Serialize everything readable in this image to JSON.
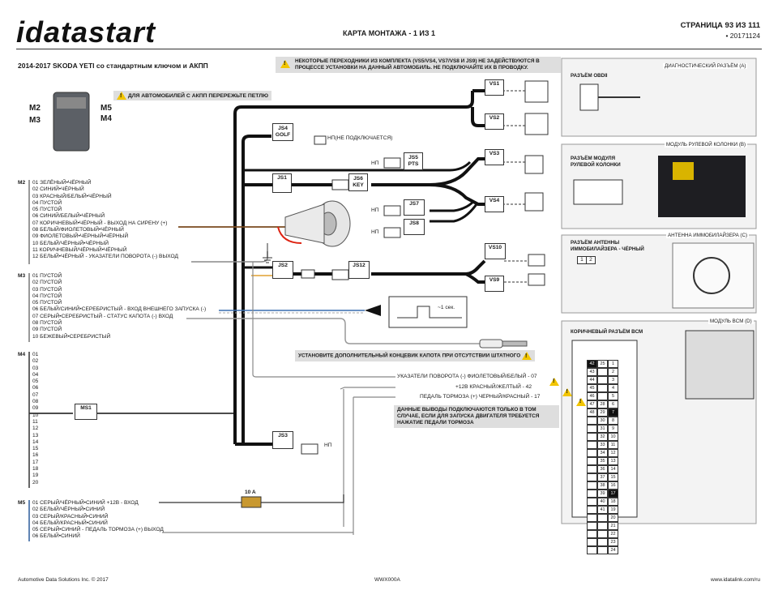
{
  "header": {
    "logo_text": "idatastart",
    "logo_sub": "",
    "center_title": "КАРТА МОНТАЖА - 1 ИЗ 1",
    "page": "СТРАНИЦА 93 ИЗ 111",
    "revision": "• 20171124"
  },
  "subtitle": "2014-2017 SKODA YETI со стандартным ключом и АКПП",
  "module_labels": {
    "m2": "M2",
    "m3": "M3",
    "m5": "M5",
    "m4": "M4"
  },
  "notes": {
    "akpp_loop": "ДЛЯ АВТОМОБИЛЕЙ С АКПП ПЕРЕРЕЖЬТЕ ПЕТЛЮ",
    "adapters": "НЕКОТОРЫЕ ПЕРЕХОДНИКИ ИЗ КОМПЛЕКТА (VS5/VS4, VS7/VS8 И JS9) НЕ ЗАДЕЙСТВУЮТСЯ В ПРОЦЕССЕ УСТАНОВКИ НА ДАННЫЙ АВТОМОБИЛЬ. НЕ ПОДКЛЮЧАЙТЕ ИХ В ПРОВОДКУ.",
    "hood_switch": "УСТАНОВИТЕ ДОПОЛНИТЕЛЬНЫЙ КОНЦЕВИК КАПОТА ПРИ ОТСУТСТВИИ ШТАТНОГО",
    "outputs": "ДАННЫЕ ВЫВОДЫ ПОДКЛЮЧАЮТСЯ ТОЛЬКО В ТОМ СЛУЧАЕ, ЕСЛИ ДЛЯ ЗАПУСКА ДВИГАТЕЛЯ ТРЕБУЕТСЯ НАЖАТИЕ ПЕДАЛИ ТОРМОЗА",
    "pulse": "~1 сек."
  },
  "m2_pins": [
    "01 ЗЕЛЁНЫЙ•ЧЁРНЫЙ",
    "02 СИНИЙ•ЧЁРНЫЙ",
    "03 КРАСНЫЙ/БЕЛЫЙ•ЧЁРНЫЙ",
    "04 ПУСТОЙ",
    "05 ПУСТОЙ",
    "06 СИНИЙ/БЕЛЫЙ•ЧЁРНЫЙ",
    "07 КОРИЧНЕВЫЙ•ЧЁРНЫЙ - ВЫХОД НА СИРЕНУ (+)",
    "08 БЕЛЫЙ/ФИОЛЕТОВЫЙ•ЧЁРНЫЙ",
    "09 ФИОЛЕТОВЫЙ•ЧЁРНЫЙ•ЧЁРНЫЙ",
    "10 БЕЛЫЙ/ЧЁРНЫЙ•ЧЁРНЫЙ",
    "11 КОРИЧНЕВЫЙ/ЧЁРНЫЙ•ЧЁРНЫЙ",
    "12 БЕЛЫЙ•ЧЁРНЫЙ - УКАЗАТЕЛИ ПОВОРОТА (-) ВЫХОД"
  ],
  "m3_pins": [
    "01 ПУСТОЙ",
    "02 ПУСТОЙ",
    "03 ПУСТОЙ",
    "04 ПУСТОЙ",
    "05 ПУСТОЙ",
    "06 БЕЛЫЙ/СИНИЙ•СЕРЕБРИСТЫЙ - ВХОД ВНЕШНЕГО ЗАПУСКА (-)",
    "07 СЕРЫЙ•СЕРЕБРИСТЫЙ - СТАТУС КАПОТА (-) ВХОД",
    "08 ПУСТОЙ",
    "09 ПУСТОЙ",
    "10 БЕЖЕВЫЙ•СЕРЕБРИСТЫЙ"
  ],
  "m4_pins": [
    "01",
    "02",
    "03",
    "04",
    "05",
    "06",
    "07",
    "08",
    "09",
    "10",
    "11",
    "12",
    "13",
    "14",
    "15",
    "16",
    "17",
    "18",
    "19",
    "20"
  ],
  "m5_pins": [
    "01 СЕРЫЙ/ЧЁРНЫЙ•СИНИЙ +12В - ВХОД",
    "02 БЕЛЫЙ/ЧЁРНЫЙ•СИНИЙ",
    "03 СЕРЫЙ/КРАСНЫЙ•СИНИЙ",
    "04 БЕЛЫЙ/КРАСНЫЙ•СИНИЙ",
    "05 СЕРЫЙ•СИНИЙ - ПЕДАЛЬ ТОРМОЗА (+) ВЫХОД",
    "06 БЕЛЫЙ•СИНИЙ"
  ],
  "connectors": {
    "js4": "JS4\nGOLF",
    "js1": "JS1",
    "js6": "JS6\nKEY",
    "js5": "JS5\nPTS",
    "js7": "JS7",
    "js8": "JS8",
    "js2": "JS2",
    "js12": "JS12",
    "js3": "JS3",
    "ms1": "MS1",
    "vs1": "VS1",
    "vs2": "VS2",
    "vs3": "VS3",
    "vs4": "VS4",
    "vs10": "VS10",
    "vs9": "VS9"
  },
  "np_labels": {
    "js4": "НП(НЕ ПОДКЛЮЧАЕТСЯ)",
    "js5": "НП",
    "js7": "НП",
    "js8": "НП",
    "js3": "НП"
  },
  "fuse": "10 A",
  "outputs_lines": [
    "УКАЗАТЕЛИ ПОВОРОТА (-) ФИОЛЕТОВЫЙ/БЕЛЫЙ - 07",
    "+12В КРАСНЫЙ/ЖЕЛТЫЙ - 42",
    "ПЕДАЛЬ ТОРМОЗА (+) ЧЕРНЫЙ/КРАСНЫЙ - 17"
  ],
  "panels": {
    "diag": {
      "label": "ДИАГНОСТИЧЕСКИЙ РАЗЪЁМ (A)",
      "title": "РАЗЪЁМ OBDII"
    },
    "steering": {
      "label": "МОДУЛЬ РУЛЕВОЙ КОЛОНКИ (B)",
      "title": "РАЗЪЁМ МОДУЛЯ\nРУЛЕВОЙ КОЛОНКИ"
    },
    "antenna": {
      "label": "АНТЕННА ИММОБИЛАЙЗЕРА (C)",
      "title": "РАЗЪЁМ АНТЕННЫ\nИММОБИЛАЙЗЕРА - ЧЁРНЫЙ",
      "pins": [
        "1",
        "2"
      ]
    },
    "bcm": {
      "label": "МОДУЛЬ BCM (D)",
      "title": "КОРИЧНЕВЫЙ РАЗЪЁМ BCM"
    }
  },
  "bcm_rows": [
    [
      "42",
      "25",
      "1"
    ],
    [
      "43",
      "",
      "2"
    ],
    [
      "44",
      "",
      "3"
    ],
    [
      "45",
      "",
      "4"
    ],
    [
      "46",
      "",
      "5"
    ],
    [
      "47",
      "28",
      "6"
    ],
    [
      "48",
      "29",
      "7"
    ],
    [
      "",
      "30",
      "8"
    ],
    [
      "",
      "31",
      "9"
    ],
    [
      "",
      "32",
      "10"
    ],
    [
      "",
      "33",
      "11"
    ],
    [
      "",
      "34",
      "12"
    ],
    [
      "",
      "35",
      "13"
    ],
    [
      "",
      "36",
      "14"
    ],
    [
      "",
      "37",
      "15"
    ],
    [
      "",
      "38",
      "16"
    ],
    [
      "",
      "39",
      "17"
    ],
    [
      "",
      "40",
      "18"
    ],
    [
      "",
      "41",
      "19"
    ],
    [
      "",
      "",
      "20"
    ],
    [
      "",
      "",
      "21"
    ],
    [
      "",
      "",
      "22"
    ],
    [
      "",
      "",
      "23"
    ],
    [
      "",
      "",
      "24"
    ]
  ],
  "footer": {
    "left": "Automotive Data Solutions Inc. © 2017",
    "center": "WWX000A",
    "right": "www.idatalink.com/ru"
  }
}
